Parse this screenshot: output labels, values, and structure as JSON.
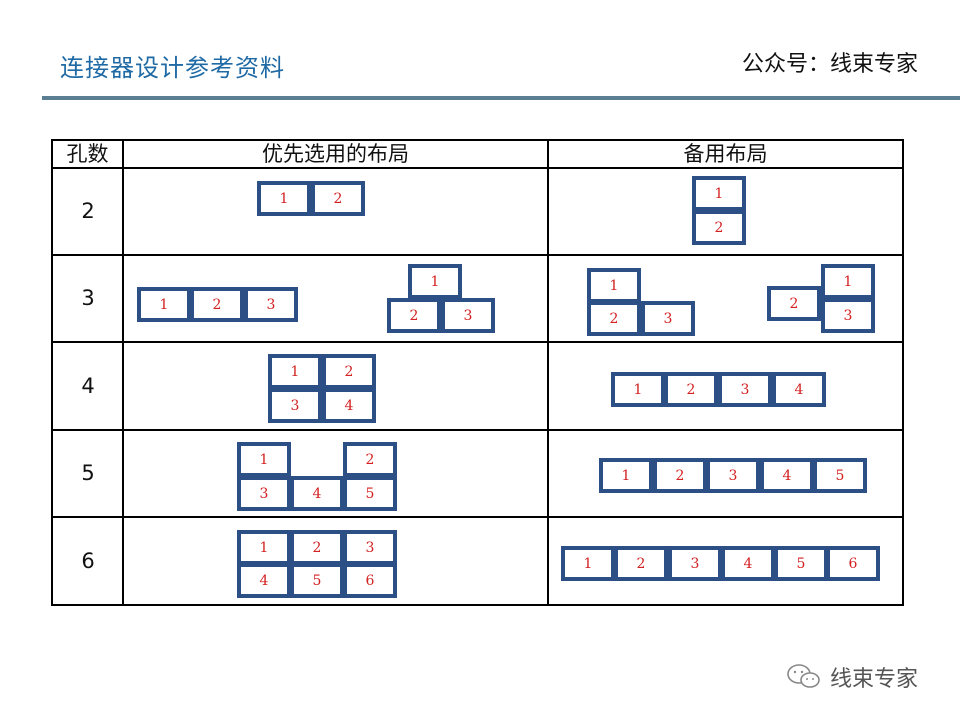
{
  "header": {
    "title": "连接器设计参考资料",
    "account": "公众号：线束专家"
  },
  "table": {
    "headers": [
      "孔数",
      "优先选用的布局",
      "备用布局"
    ],
    "rows": [
      {
        "count": "2"
      },
      {
        "count": "3"
      },
      {
        "count": "4"
      },
      {
        "count": "5"
      },
      {
        "count": "6"
      }
    ]
  },
  "colors": {
    "slot_border": "#2c4f85",
    "slot_number": "#d42020",
    "title": "#1f6aa5",
    "rule": "#5a7f93"
  },
  "footer": {
    "watermark": "线束专家",
    "watermark_icon": "wechat-icon"
  }
}
